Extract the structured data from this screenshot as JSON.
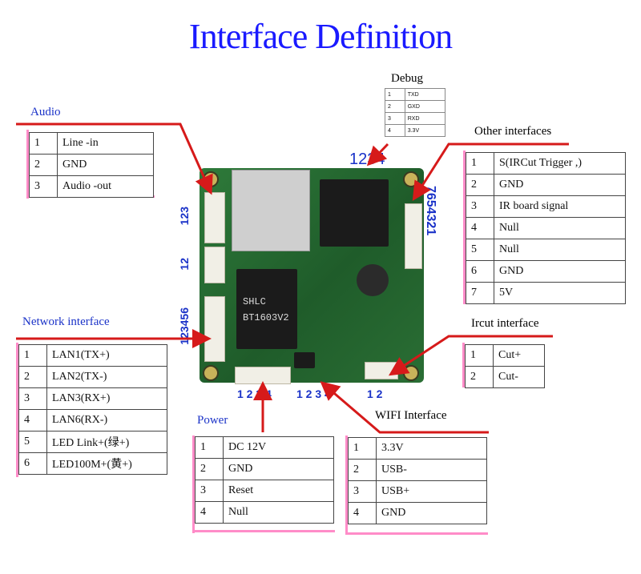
{
  "title": "Interface Definition",
  "sections": {
    "audio": {
      "label": "Audio",
      "rows": [
        {
          "n": "1",
          "v": "Line -in"
        },
        {
          "n": "2",
          "v": "GND"
        },
        {
          "n": "3",
          "v": "Audio -out"
        }
      ]
    },
    "debug": {
      "label": "Debug",
      "rows": [
        {
          "n": "1",
          "v": "TXD"
        },
        {
          "n": "2",
          "v": "GXD"
        },
        {
          "n": "3",
          "v": "RXD"
        },
        {
          "n": "4",
          "v": "3.3V"
        }
      ]
    },
    "other": {
      "label": "Other interfaces",
      "rows": [
        {
          "n": "1",
          "v": "S(IRCut Trigger ,)"
        },
        {
          "n": "2",
          "v": "GND"
        },
        {
          "n": "3",
          "v": "IR board signal"
        },
        {
          "n": "4",
          "v": "Null"
        },
        {
          "n": "5",
          "v": "Null"
        },
        {
          "n": "6",
          "v": "GND"
        },
        {
          "n": "7",
          "v": "5V"
        }
      ]
    },
    "network": {
      "label": "Network interface",
      "rows": [
        {
          "n": "1",
          "v": "LAN1(TX+)"
        },
        {
          "n": "2",
          "v": "LAN2(TX-)"
        },
        {
          "n": "3",
          "v": "LAN3(RX+)"
        },
        {
          "n": "4",
          "v": "LAN6(RX-)"
        },
        {
          "n": "5",
          "v": "LED Link+(绿+)"
        },
        {
          "n": "6",
          "v": "LED100M+(黄+)"
        }
      ]
    },
    "ircut": {
      "label": "Ircut interface",
      "rows": [
        {
          "n": "1",
          "v": "Cut+"
        },
        {
          "n": "2",
          "v": "Cut-"
        }
      ]
    },
    "power": {
      "label": "Power",
      "rows": [
        {
          "n": "1",
          "v": "DC 12V"
        },
        {
          "n": "2",
          "v": "GND"
        },
        {
          "n": "3",
          "v": "Reset"
        },
        {
          "n": "4",
          "v": "Null"
        }
      ]
    },
    "wifi": {
      "label": "WIFI Interface",
      "rows": [
        {
          "n": "1",
          "v": "3.3V"
        },
        {
          "n": "2",
          "v": "USB-"
        },
        {
          "n": "3",
          "v": "USB+"
        },
        {
          "n": "4",
          "v": "GND"
        }
      ]
    }
  },
  "board": {
    "pin_labels": {
      "debug": "1234",
      "other": "7654321",
      "audio": "123",
      "ircut_left": "12",
      "network": "123456",
      "power": "1 2 3 4",
      "wifi": "1 2 3 4",
      "ircut": "1 2"
    },
    "chip_text": {
      "line1": "SHLC",
      "line2": "BT1603V2"
    }
  },
  "colors": {
    "title": "#1a1aff",
    "section_label_blue": "#1a32c8",
    "arrow_red": "#d61a1a",
    "table_border_pink": "#ff8cc8",
    "board_green": "#2e7a3a"
  }
}
